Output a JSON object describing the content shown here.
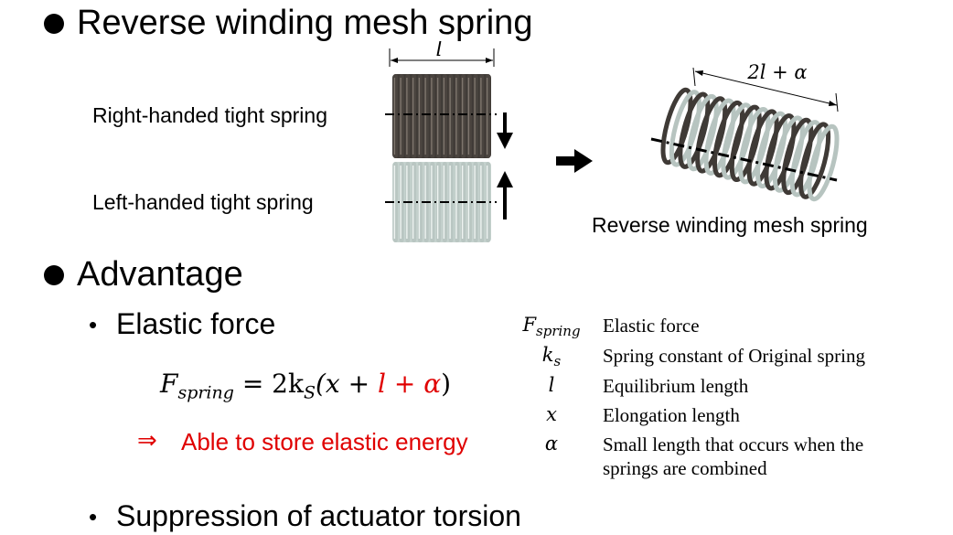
{
  "title": "Reverse winding mesh spring",
  "diagram": {
    "length_label_left": "l",
    "right_spring_label": "Right-handed tight spring",
    "left_spring_label": "Left-handed tight spring",
    "length_label_right": "2l + α",
    "combined_caption": "Reverse winding mesh spring"
  },
  "advantage": {
    "heading": "Advantage",
    "items": [
      "Elastic force",
      "Suppression of actuator torsion"
    ],
    "formula": {
      "lhs_F": "F",
      "lhs_sub": "spring",
      "eq_part": " = 2k",
      "k_sub": "S",
      "open": "(x + ",
      "red_part": "l + α",
      "close": ")"
    },
    "note_arrow": "⇒",
    "note_text": "Able to store elastic energy"
  },
  "legend": [
    {
      "sym": "F",
      "sub": "spring",
      "desc": "Elastic force"
    },
    {
      "sym": "k",
      "sub": "s",
      "desc": "Spring constant of Original spring"
    },
    {
      "sym": "l",
      "sub": "",
      "desc": "Equilibrium length"
    },
    {
      "sym": "x",
      "sub": "",
      "desc": "Elongation length"
    },
    {
      "sym": "α",
      "sub": "",
      "desc": "Small length that occurs when the springs are combined"
    }
  ],
  "colors": {
    "dark_spring": "#3f3a36",
    "light_spring": "#c6d3cf",
    "red": "#e00000"
  }
}
